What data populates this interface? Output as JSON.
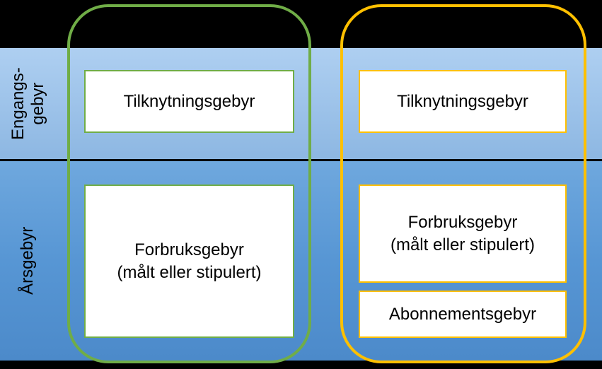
{
  "colors": {
    "background": "#000000",
    "band_one_time_top": "#AECFF1",
    "band_one_time_bottom": "#8DB7E2",
    "band_annual_top": "#6FA8DE",
    "band_annual_bottom": "#4C8ACA",
    "green_outline": "#70AD47",
    "orange_outline": "#FFC000",
    "box_fill": "#FFFFFF",
    "text": "#000000"
  },
  "bands": {
    "one_time": {
      "label": "Engangs-\ngebyr"
    },
    "annual": {
      "label": "Årsgebyr"
    }
  },
  "columns": {
    "green": {
      "connection_fee": "Tilknytningsgebyr",
      "consumption_fee": "Forbruksgebyr\n(målt eller stipulert)"
    },
    "orange": {
      "connection_fee": "Tilknytningsgebyr",
      "consumption_fee": "Forbruksgebyr\n(målt eller stipulert)",
      "subscription_fee": "Abonnementsgebyr"
    }
  }
}
